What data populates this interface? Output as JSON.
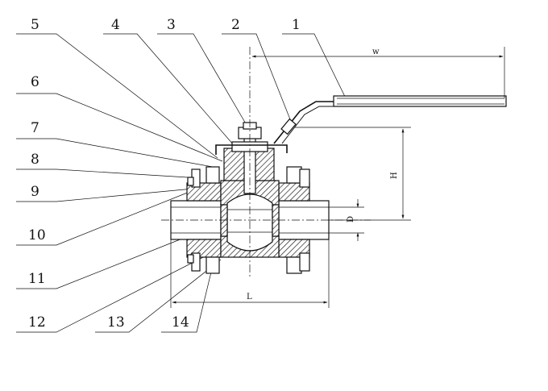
{
  "callouts": [
    "1",
    "2",
    "3",
    "4",
    "5",
    "6",
    "7",
    "8",
    "9",
    "10",
    "11",
    "12",
    "13",
    "14"
  ],
  "dimensions": {
    "w": "w",
    "h": "H",
    "d": "D",
    "l": "L"
  }
}
